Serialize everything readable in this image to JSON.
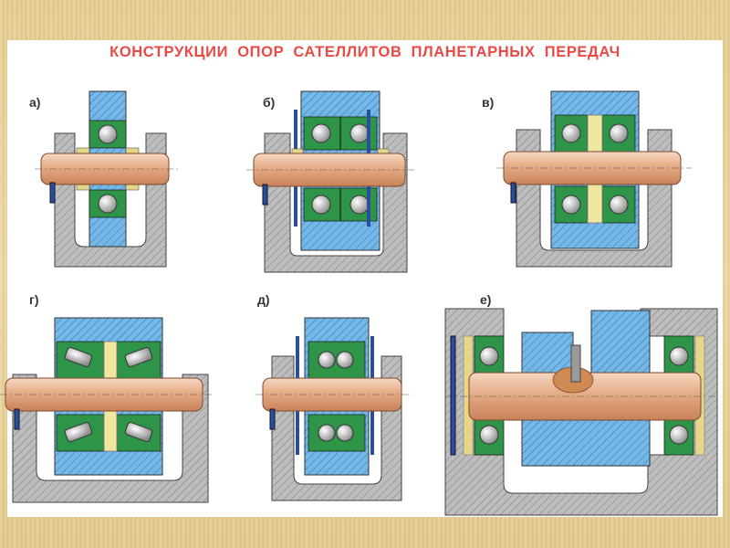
{
  "slide": {
    "title": "КОНСТРУКЦИИ ОПОР САТЕЛЛИТОВ ПЛАНЕТАРНЫХ ПЕРЕДАЧ"
  },
  "variants": [
    {
      "key": "a",
      "label": "а)"
    },
    {
      "key": "b",
      "label": "б)"
    },
    {
      "key": "v",
      "label": "в)"
    },
    {
      "key": "g",
      "label": "г)"
    },
    {
      "key": "d",
      "label": "д)"
    },
    {
      "key": "e",
      "label": "е)"
    }
  ],
  "colors": {
    "background": "#e9d49a",
    "title": "#ea4a45",
    "housing": "#b8b8b8",
    "gear": "#6fb6e6",
    "bearing_ring": "#1f8a3c",
    "axle": "#e8b38e",
    "bushing": "#e6d68a",
    "ball": "#bfbfbf"
  }
}
